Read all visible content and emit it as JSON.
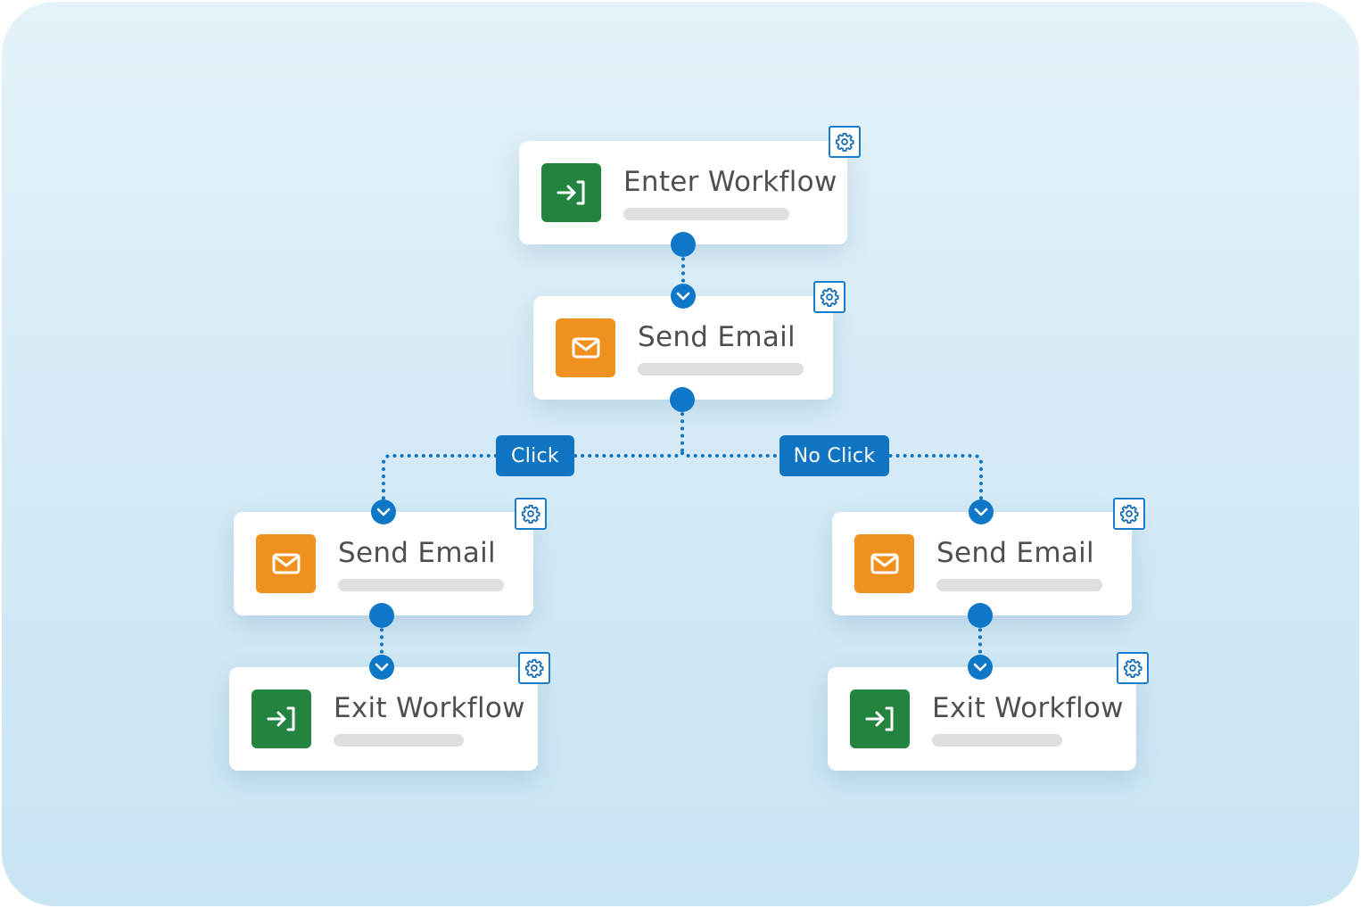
{
  "workflow": {
    "enter": {
      "title": "Enter Workflow",
      "icon": "sign-in-icon"
    },
    "send_main": {
      "title": "Send Email",
      "icon": "envelope-icon"
    },
    "branch_click": {
      "label": "Click"
    },
    "branch_no_click": {
      "label": "No Click"
    },
    "send_click": {
      "title": "Send Email",
      "icon": "envelope-icon"
    },
    "send_no_click": {
      "title": "Send Email",
      "icon": "envelope-icon"
    },
    "exit_click": {
      "title": "Exit Workflow",
      "icon": "sign-in-icon"
    },
    "exit_no_click": {
      "title": "Exit Workflow",
      "icon": "sign-in-icon"
    }
  },
  "colors": {
    "background": "#d6ebf6",
    "accent_blue": "#0f77c8",
    "workflow_green": "#23843f",
    "email_orange": "#f0911f",
    "placeholder_gray": "#dedede"
  }
}
